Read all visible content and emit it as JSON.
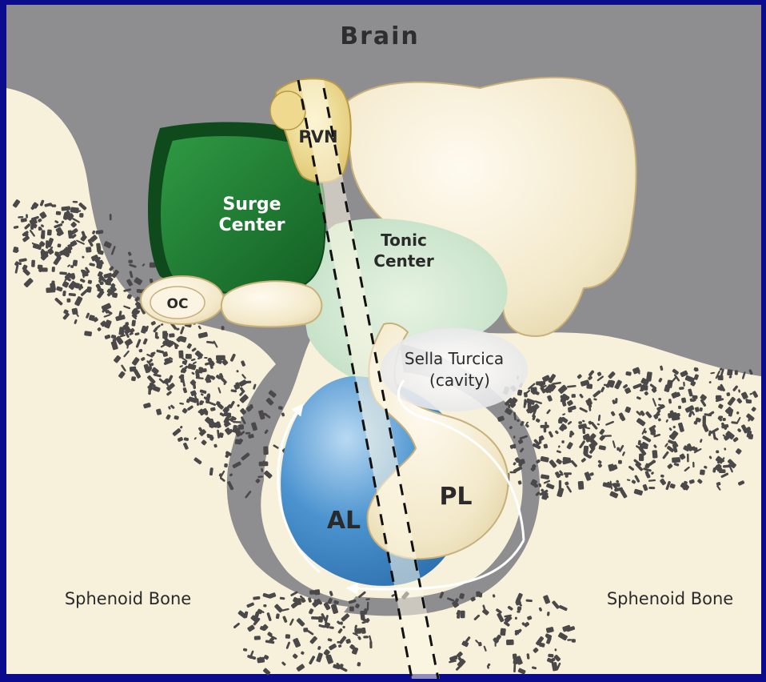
{
  "labels": {
    "brain": "Brain",
    "pvn": "PVN",
    "surge_line1": "Surge",
    "surge_line2": "Center",
    "tonic_line1": "Tonic",
    "tonic_line2": "Center",
    "oc": "OC",
    "sella_line1": "Sella Turcica",
    "sella_line2": "(cavity)",
    "pl": "PL",
    "al": "AL",
    "sphenoid_left": "Sphenoid Bone",
    "sphenoid_right": "Sphenoid Bone"
  },
  "colors": {
    "frame": "#0b0b8e",
    "background": "#f7f1dc",
    "brain_gray": "#8e8d90",
    "tan_tissue": "#f0e6c4",
    "tan_edge": "#c8b07a",
    "surge_green": "#1f7a33",
    "tonic_green": "#cfe6cf",
    "anterior_blue": "#3f86c4",
    "pvn_gold": "#ead68a",
    "bone_dark": "#4a4848"
  },
  "icons": {
    "bone_texture": "speckle-pattern",
    "flow_arrows": "curved-arrow-icon"
  }
}
